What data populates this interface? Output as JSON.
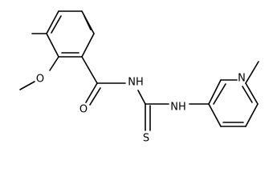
{
  "molecule": {
    "atoms": {
      "o_methoxy": "O",
      "o_carbonyl": "O",
      "nh_amide": "NH",
      "nh_amine": "NH",
      "s_thio": "S",
      "n_pyridine": "N"
    },
    "colors": {
      "bond": "#000000",
      "label": "#000000",
      "background": "#ffffff"
    }
  }
}
